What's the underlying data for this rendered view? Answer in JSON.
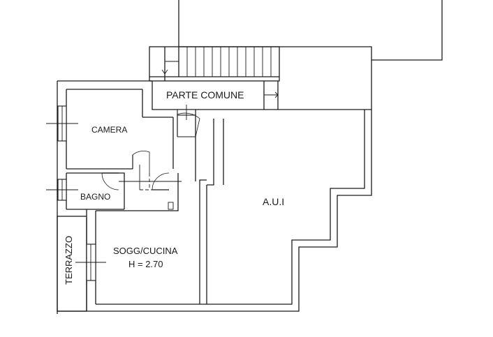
{
  "rooms": {
    "parte_comune": "PARTE COMUNE",
    "camera": "CAMERA",
    "bagno": "BAGNO",
    "terrazzo": "TERRAZZO",
    "sogg_cucina": "SOGG/CUCINA",
    "sogg_cucina_height": "H = 2.70",
    "aui": "A.U.I"
  },
  "colors": {
    "line": "#1a1a1a",
    "background": "#ffffff"
  },
  "icons": {
    "stair": "staircase-icon",
    "window": "window-icon",
    "door": "door-swing-icon",
    "boiler": "boiler-icon"
  }
}
